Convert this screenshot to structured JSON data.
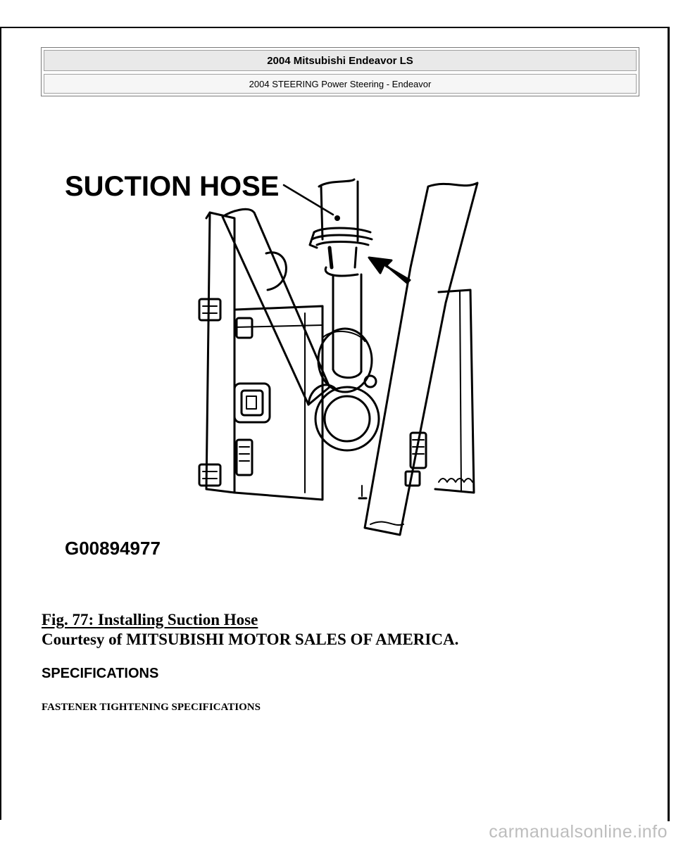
{
  "header": {
    "title": "2004 Mitsubishi Endeavor LS",
    "subtitle": "2004 STEERING Power Steering - Endeavor"
  },
  "figure": {
    "callout_label": "SUCTION HOSE",
    "image_code": "G00894977",
    "caption": "Fig. 77: Installing Suction Hose",
    "courtesy": "Courtesy of MITSUBISHI MOTOR SALES OF AMERICA."
  },
  "sections": {
    "heading": "SPECIFICATIONS",
    "subheading": "FASTENER TIGHTENING SPECIFICATIONS"
  },
  "watermark": "carmanualsonline.info"
}
